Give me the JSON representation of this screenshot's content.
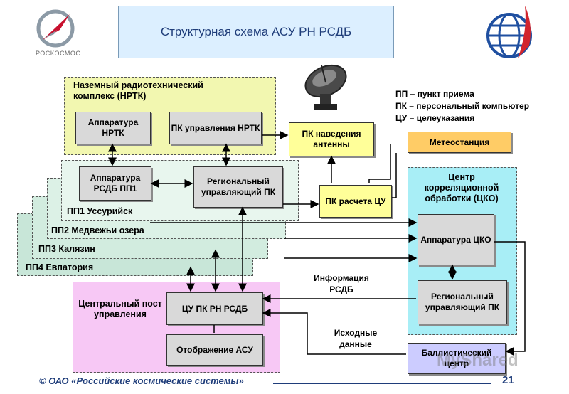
{
  "title": "Структурная схема АСУ РН РСДБ",
  "logo_left": {
    "text": "РОСКОСМОС",
    "colors": {
      "ring": "#8c9aa6",
      "arrow": "#c8102e"
    }
  },
  "legend": [
    "ПП – пункт приема",
    "ПК – персональный компьютер",
    "ЦУ – целеуказания"
  ],
  "zones": {
    "nrtk": {
      "label": "Наземный радиотехнический комплекс (НРТК)",
      "color": "#f2f7b0"
    },
    "pp1": {
      "label": "ПП1 Уссурийск",
      "color": "#e8f6ee"
    },
    "pp2": {
      "label": "ПП2 Медвежьи озера",
      "color": "#dcf1e6"
    },
    "pp3": {
      "label": "ПП3 Калязин",
      "color": "#d2ecdf"
    },
    "pp4": {
      "label": "ПП4 Евпатория",
      "color": "#c8e6d8"
    },
    "cko": {
      "label": "Центр корреляционной обработки (ЦКО)",
      "color": "#a8eef6"
    },
    "cpu": {
      "label": "Центральный пост управления",
      "color": "#f7c8f5"
    }
  },
  "boxes": {
    "app_nrtk": "Аппаратура НРТК",
    "pk_nrtk": "ПК управления НРТК",
    "pk_antenna": "ПК наведения антенны",
    "meteo": "Метеостанция",
    "app_pp1": "Аппаратура РСДБ ПП1",
    "reg_pk_pp": "Региональный управляющий ПК",
    "pk_cu": "ПК расчета ЦУ",
    "app_cko": "Аппаратура ЦКО",
    "reg_pk_cko": "Региональный управляющий ПК",
    "cu_pk": "ЦУ ПК РН РСДБ",
    "display": "Отображение АСУ",
    "ballistic": "Баллистический центр"
  },
  "labels": {
    "info": "Информация РСДБ",
    "source": "Исходные данные"
  },
  "watermark": "MyShared",
  "footer": {
    "org": "© ОАО «Российские космические системы»",
    "page": "21"
  }
}
